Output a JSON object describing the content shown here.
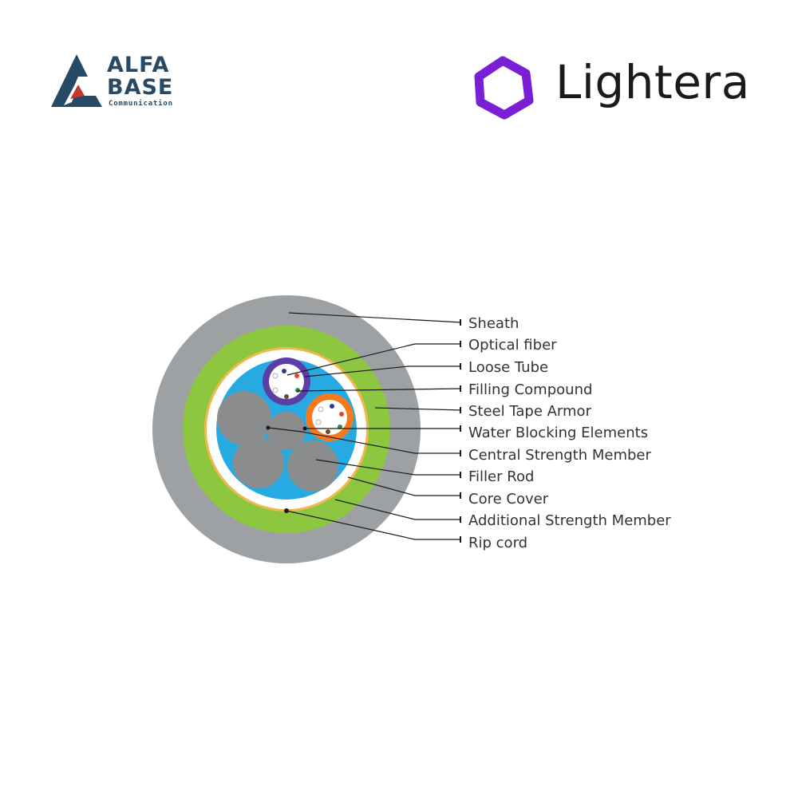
{
  "logos": {
    "alfabase": {
      "line1": "ALFA",
      "line2": "BASE",
      "subtitle": "Communication",
      "color": "#264a66",
      "accent": "#c0392b"
    },
    "lightera": {
      "wordmark": "Lightera",
      "color": "#7a1fd6"
    }
  },
  "diagram": {
    "colors": {
      "sheath": "#9ea1a3",
      "armor": "#8dc63f",
      "strength": "#f2b84b",
      "core_cover": "#ffffff",
      "water_blocking": "#27aae1",
      "rod": "#8a8c8e",
      "tube_purple": "#5b3ea6",
      "tube_orange": "#f47a20"
    },
    "labels": [
      {
        "key": "sheath",
        "text": "Sheath"
      },
      {
        "key": "optical-fiber",
        "text": "Optical fiber"
      },
      {
        "key": "loose-tube",
        "text": "Loose Tube"
      },
      {
        "key": "filling-compound",
        "text": "Filling Compound"
      },
      {
        "key": "steel-tape-armor",
        "text": "Steel Tape Armor"
      },
      {
        "key": "water-blocking-elements",
        "text": "Water Blocking Elements"
      },
      {
        "key": "central-strength-member",
        "text": "Central Strength Member"
      },
      {
        "key": "filler-rod",
        "text": "Filler Rod"
      },
      {
        "key": "core-cover",
        "text": "Core Cover"
      },
      {
        "key": "additional-strength-member",
        "text": "Additional Strength Member"
      },
      {
        "key": "rip-cord",
        "text": "Rip cord"
      }
    ]
  }
}
